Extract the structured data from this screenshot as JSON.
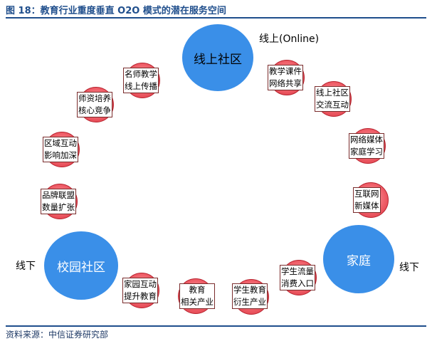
{
  "figure": {
    "title": "图 18：教育行业重度垂直 O2O 模式的潜在服务空间",
    "source": "资料来源：中信证券研究部"
  },
  "hubs": {
    "online": {
      "name": "线上社区",
      "tag": "线上(Online)"
    },
    "campus": {
      "name": "校园社区",
      "tag": "线下"
    },
    "home": {
      "name": "家庭",
      "tag": "线下"
    }
  },
  "nodes": [
    {
      "line1": "名师教学",
      "line2": "线上传播"
    },
    {
      "line1": "教学课件",
      "line2": "网络共享"
    },
    {
      "line1": "线上社区",
      "line2": "交流互动"
    },
    {
      "line1": "网络媒体",
      "line2": "家庭学习"
    },
    {
      "line1": "互联网",
      "line2": "新媒体"
    },
    {
      "line1": "学生流量",
      "line2": "消费入口"
    },
    {
      "line1": "学生教育",
      "line2": "衍生产业"
    },
    {
      "line1": "教育",
      "line2": "相关产业"
    },
    {
      "line1": "家园互动",
      "line2": "提升教育"
    },
    {
      "line1": "品牌联盟",
      "line2": "数量扩张"
    },
    {
      "line1": "区域互动",
      "line2": "影响加深"
    },
    {
      "line1": "师资培养",
      "line2": "核心竞争"
    }
  ],
  "colors": {
    "accent": "#1f4e8c",
    "hub": "#3a8fe8",
    "node": "#ef5f69"
  }
}
